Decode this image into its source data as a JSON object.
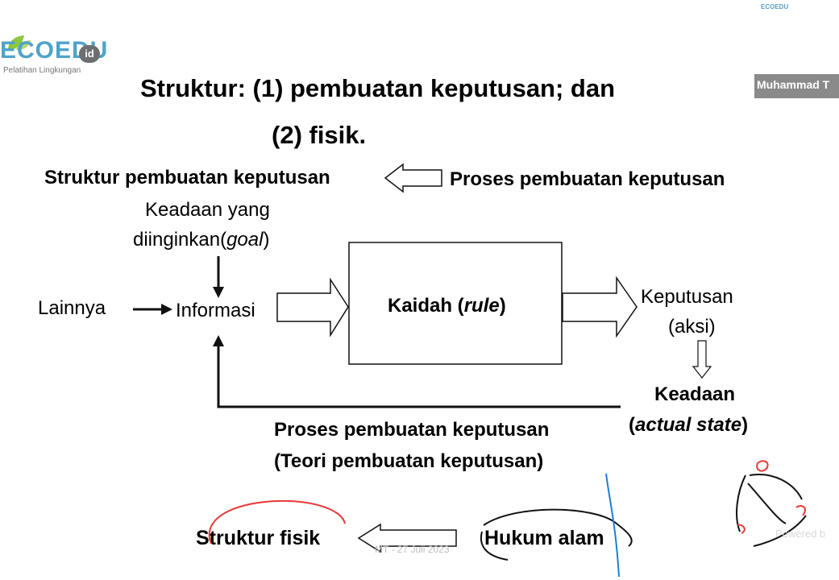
{
  "logo": {
    "brand": "ECOEDU",
    "suffix": "id",
    "tagline": "Pelatihan Lingkungan",
    "small_brand": "ECOEDU"
  },
  "video_tile": {
    "participant_name": "Muhammad T"
  },
  "slide": {
    "title_line1": "Struktur: (1) pembuatan keputusan; dan",
    "title_line2": "(2) fisik.",
    "decision_structure_label": "Struktur pembuatan keputusan",
    "decision_process_label": "Proses pembuatan keputusan",
    "goal_line1": "Keadaan yang",
    "goal_line2_prefix": "diinginkan(",
    "goal_line2_italic": "goal",
    "goal_line2_suffix": ")",
    "other_label": "Lainnya",
    "information_label": "Informasi",
    "rule_prefix": "Kaidah (",
    "rule_italic": "rule",
    "rule_suffix": ")",
    "decision_line1": "Keputusan",
    "decision_line2": "(aksi)",
    "state_line1": "Keadaan",
    "state_line2_prefix": "(",
    "state_line2_italic": "actual state",
    "state_line2_suffix": ")",
    "process_caption_line1": "Proses pembuatan keputusan",
    "process_caption_line2": "(Teori pembuatan keputusan)",
    "physical_structure_label": "Struktur fisik",
    "natural_law_label": "Hukum alam"
  },
  "annotation_colors": {
    "ink_red": "#e53935",
    "ink_blue": "#1e7fd6",
    "ink_black": "#111111"
  },
  "footer": {
    "watermark": "MT - 27 Juli 2023",
    "powered_by": "Powered b"
  }
}
